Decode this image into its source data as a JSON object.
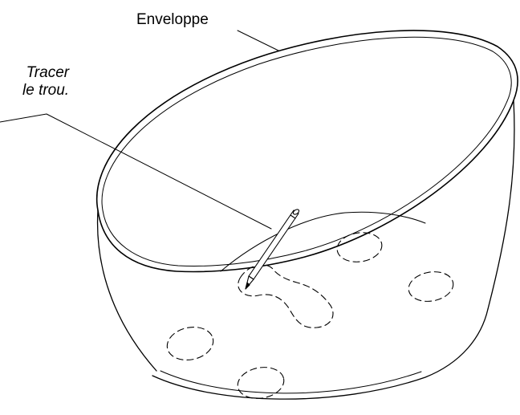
{
  "labels": {
    "enveloppe": "Enveloppe",
    "tracer_line1": "Tracer",
    "tracer_line2": "le trou."
  },
  "colors": {
    "stroke": "#000000",
    "background": "#ffffff"
  }
}
